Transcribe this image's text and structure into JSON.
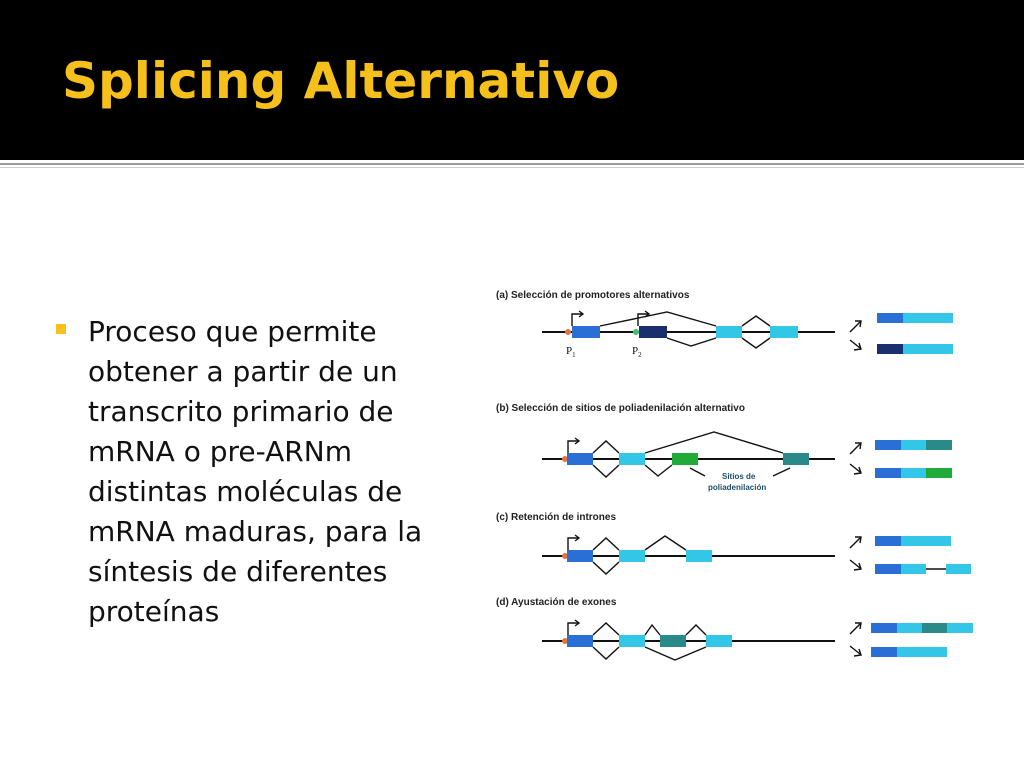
{
  "slide": {
    "title": "Splicing Alternativo",
    "bullet": "Proceso que permite obtener a partir de un transcrito primario de mRNA o pre-ARNm distintas moléculas de mRNA maduras, para la síntesis de diferentes proteínas"
  },
  "figure": {
    "panels": [
      {
        "label": "(a) Selección de promotores alternativos",
        "promoter_1": "P",
        "promoter_1_sub": "1",
        "promoter_2": "P",
        "promoter_2_sub": "2"
      },
      {
        "label": "(b) Selección de sitios de poliadenilación alternativo",
        "note_line1": "Sitios  de",
        "note_line2": "poliadenilación"
      },
      {
        "label": "(c) Retención de intrones"
      },
      {
        "label": "(d) Ayustación de exones"
      }
    ]
  },
  "colors": {
    "title": "#f5bf1c",
    "bullet_mark": "#f5bf1c",
    "exon_blue": "#2a6fd6",
    "exon_cyan": "#34c6e6",
    "exon_navy": "#1a2f6e",
    "exon_teal": "#2a8a8a",
    "exon_green": "#1faa3a",
    "promoter_orange": "#e2733a",
    "promoter_green": "#39c36b"
  }
}
